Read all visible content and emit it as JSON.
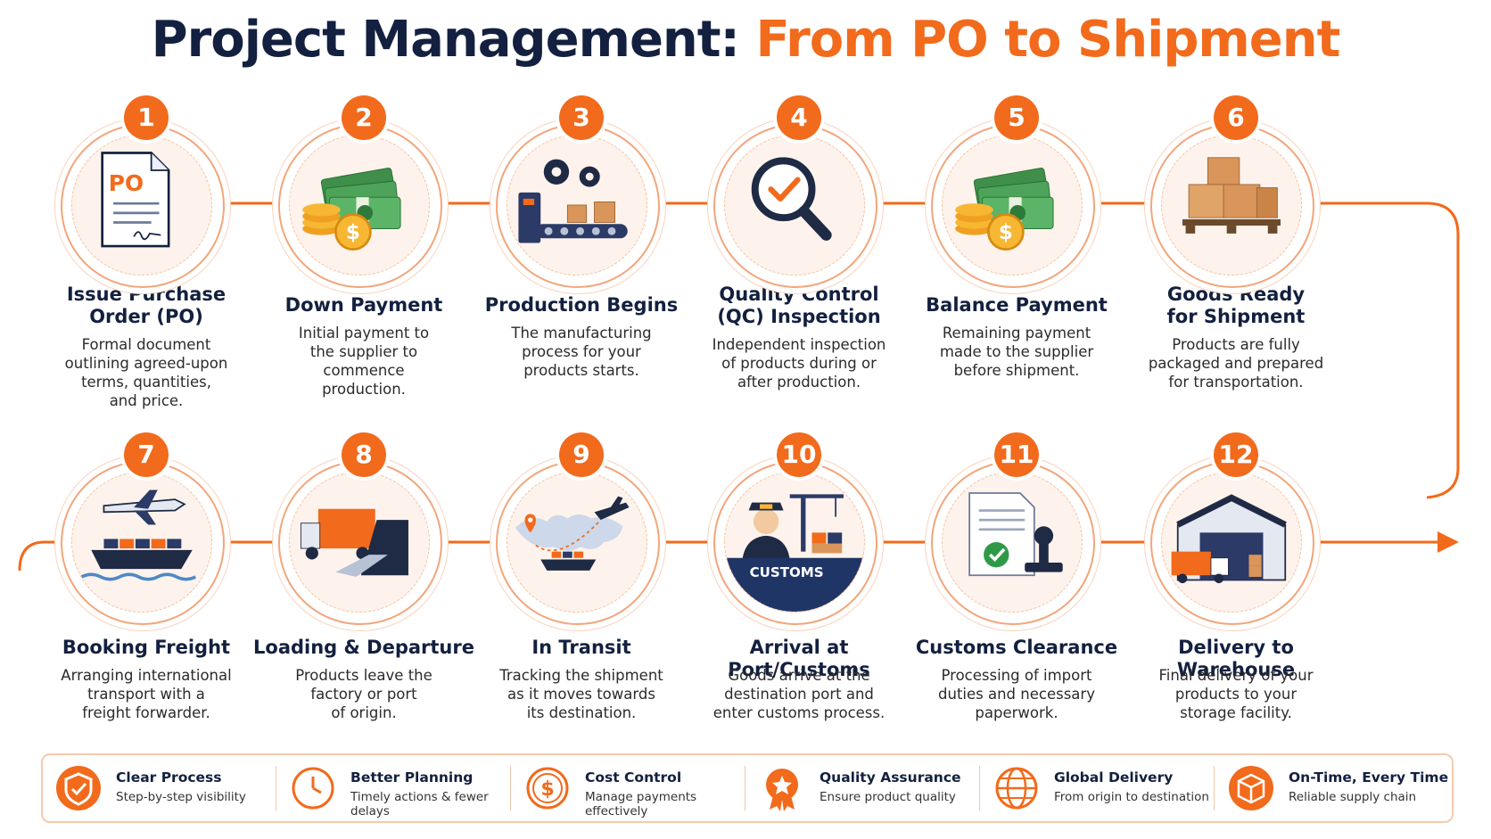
{
  "title": {
    "part1": "Project Management:",
    "part2": "From PO to Shipment"
  },
  "colors": {
    "accent": "#f26a1b",
    "navy": "#13203f"
  },
  "steps": [
    {
      "number": "1",
      "title_lines": [
        "Issue Purchase",
        "Order (PO)"
      ],
      "desc_lines": [
        "Formal document",
        "outlining agreed-upon",
        "terms, quantities,",
        "and price."
      ],
      "icon": "purchase-order-icon",
      "icon_text": "PO"
    },
    {
      "number": "2",
      "title_lines": [
        "Down Payment"
      ],
      "desc_lines": [
        "Initial payment to",
        "the supplier to",
        "commence",
        "production."
      ],
      "icon": "money-icon",
      "icon_text": "$"
    },
    {
      "number": "3",
      "title_lines": [
        "Production Begins"
      ],
      "desc_lines": [
        "The manufacturing",
        "process for your",
        "products starts."
      ],
      "icon": "factory-conveyor-icon"
    },
    {
      "number": "4",
      "title_lines": [
        "Quality Control",
        "(QC) Inspection"
      ],
      "desc_lines": [
        "Independent inspection",
        "of products during or",
        "after production."
      ],
      "icon": "magnifier-check-icon"
    },
    {
      "number": "5",
      "title_lines": [
        "Balance Payment"
      ],
      "desc_lines": [
        "Remaining payment",
        "made to the supplier",
        "before shipment."
      ],
      "icon": "money-icon",
      "icon_text": "$"
    },
    {
      "number": "6",
      "title_lines": [
        "Goods Ready",
        "for Shipment"
      ],
      "desc_lines": [
        "Products are fully",
        "packaged and prepared",
        "for transportation."
      ],
      "icon": "boxes-pallet-icon"
    },
    {
      "number": "7",
      "title_lines": [
        "Booking Freight"
      ],
      "desc_lines": [
        "Arranging international",
        "transport with a",
        "freight forwarder."
      ],
      "icon": "plane-ship-icon"
    },
    {
      "number": "8",
      "title_lines": [
        "Loading & Departure"
      ],
      "desc_lines": [
        "Products leave the",
        "factory or port",
        "of origin."
      ],
      "icon": "truck-ship-icon"
    },
    {
      "number": "9",
      "title_lines": [
        "In Transit"
      ],
      "desc_lines": [
        "Tracking the shipment",
        "as it moves towards",
        "its destination."
      ],
      "icon": "world-map-icon"
    },
    {
      "number": "10",
      "title_lines": [
        "Arrival at Port/Customs"
      ],
      "desc_lines": [
        "Goods arrive at the",
        "destination port and",
        "enter customs process."
      ],
      "icon": "customs-officer-icon",
      "icon_text": "CUSTOMS"
    },
    {
      "number": "11",
      "title_lines": [
        "Customs Clearance"
      ],
      "desc_lines": [
        "Processing of import",
        "duties and necessary",
        "paperwork."
      ],
      "icon": "document-stamp-icon"
    },
    {
      "number": "12",
      "title_lines": [
        "Delivery to Warehouse"
      ],
      "desc_lines": [
        "Final delivery of your",
        "products to your",
        "storage facility."
      ],
      "icon": "warehouse-icon"
    }
  ],
  "benefits": [
    {
      "name": "Clear Process",
      "desc": "Step-by-step visibility",
      "icon": "shield-check-icon"
    },
    {
      "name": "Better Planning",
      "desc": "Timely actions & fewer delays",
      "icon": "clock-icon"
    },
    {
      "name": "Cost Control",
      "desc": "Manage payments effectively",
      "icon": "dollar-coin-icon"
    },
    {
      "name": "Quality Assurance",
      "desc": "Ensure product quality",
      "icon": "award-badge-icon"
    },
    {
      "name": "Global Delivery",
      "desc": "From origin to destination",
      "icon": "globe-icon"
    },
    {
      "name": "On-Time, Every Time",
      "desc": "Reliable supply chain",
      "icon": "package-box-icon"
    }
  ]
}
